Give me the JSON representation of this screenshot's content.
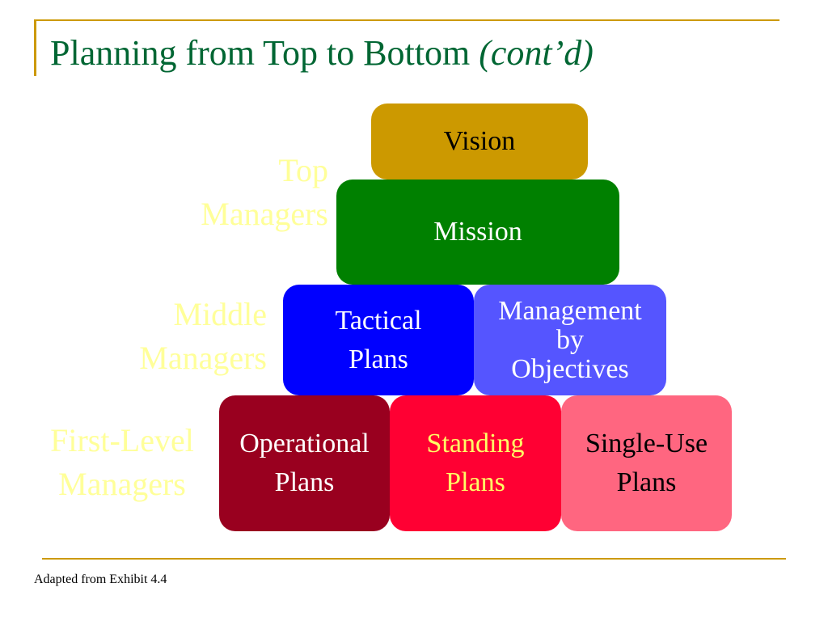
{
  "title": {
    "main": "Planning from Top to Bottom",
    "suffix": "(cont’d)"
  },
  "levels": {
    "top": {
      "line1": "Top",
      "line2": "Managers"
    },
    "middle": {
      "line1": "Middle",
      "line2": "Managers"
    },
    "first": {
      "line1": "First-Level",
      "line2": "Managers"
    }
  },
  "boxes": {
    "vision": {
      "label": "Vision",
      "color": "#cc9900",
      "text_color": "#000000"
    },
    "mission": {
      "label": "Mission",
      "color": "#008000",
      "text_color": "#ffffff"
    },
    "tactical": {
      "line1": "Tactical",
      "line2": "Plans",
      "color": "#0000ff",
      "text_color": "#ffffff"
    },
    "mbo": {
      "line1": "Management",
      "line2": "by",
      "line3": "Objectives",
      "color": "#5555ff",
      "text_color": "#ffffff"
    },
    "operational": {
      "line1": "Operational",
      "line2": "Plans",
      "color": "#99001f",
      "text_color": "#ffffff"
    },
    "standing": {
      "line1": "Standing",
      "line2": "Plans",
      "color": "#ff0033",
      "text_color": "#ffff66"
    },
    "single_use": {
      "line1": "Single-Use",
      "line2": "Plans",
      "color": "#ff6680",
      "text_color": "#000000"
    }
  },
  "footer": {
    "source": "Adapted from Exhibit 4.4"
  }
}
